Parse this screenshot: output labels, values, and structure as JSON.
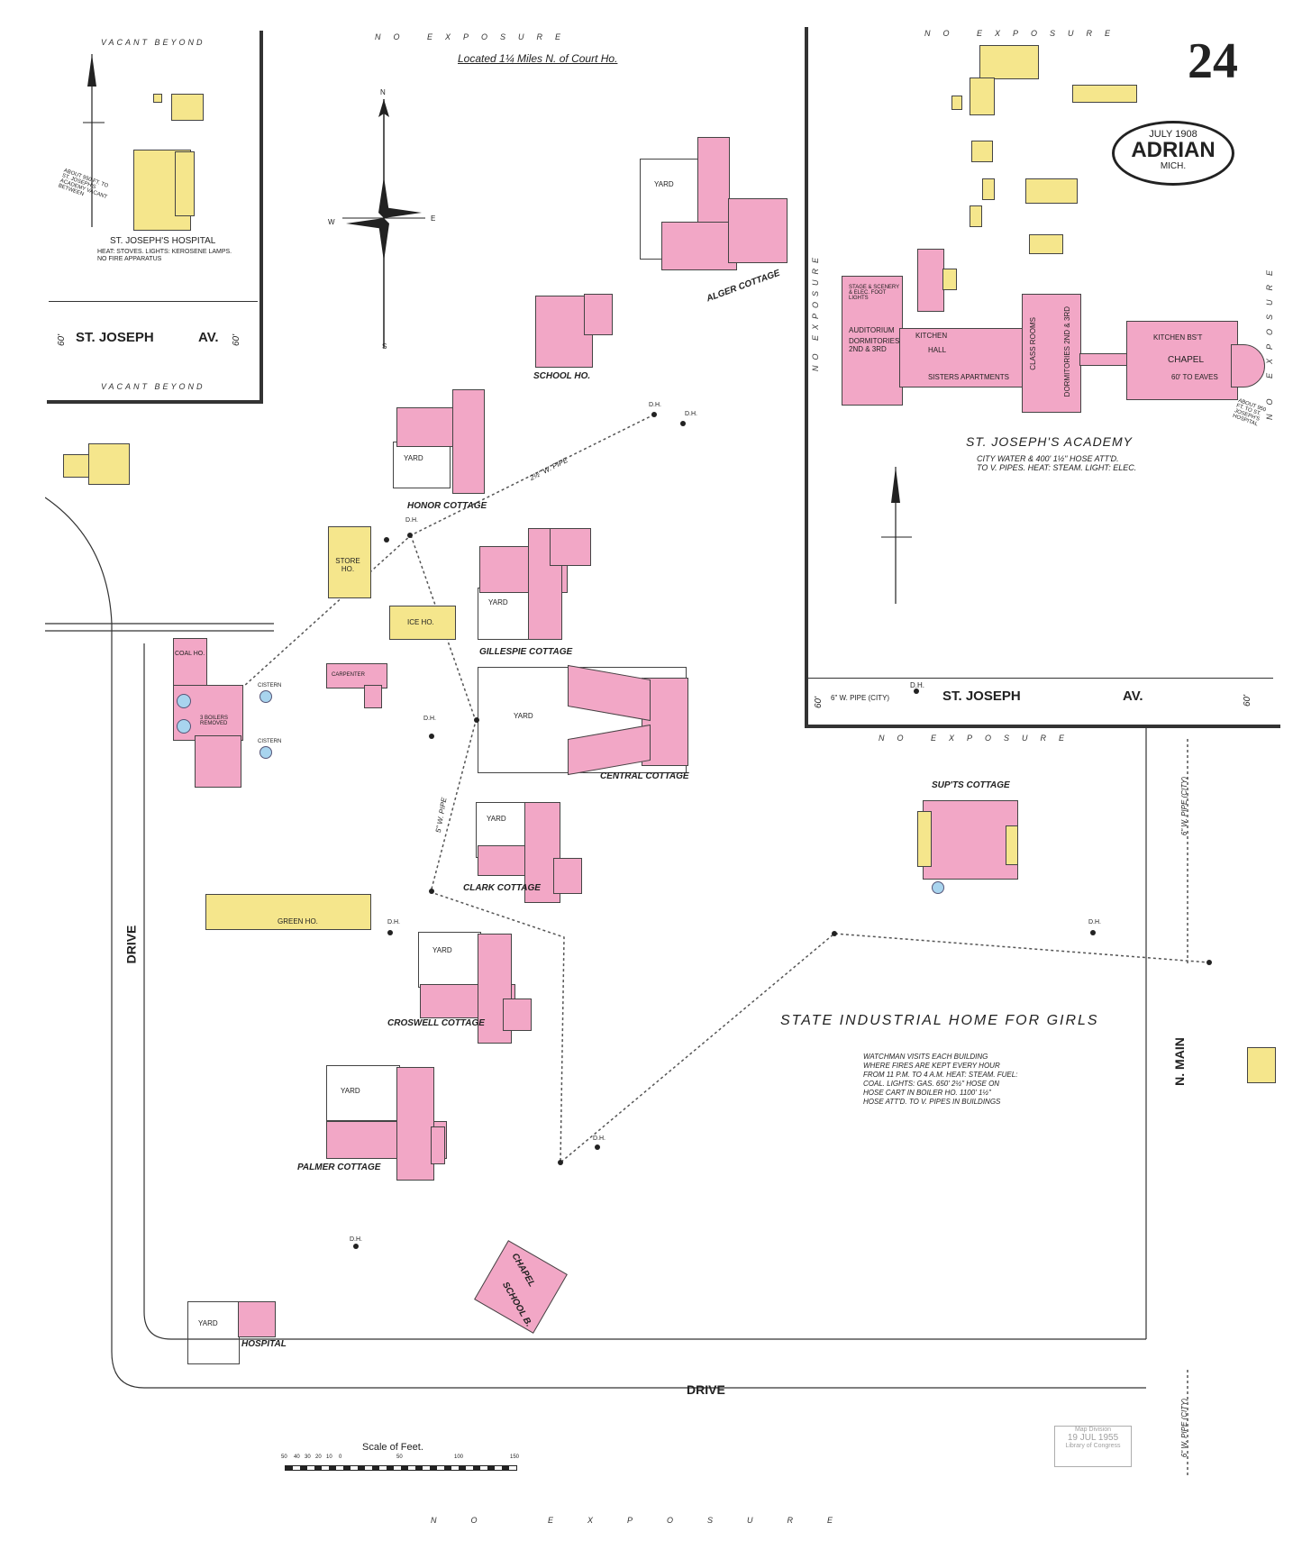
{
  "sheet": {
    "page_number": "24",
    "stamp_date": "JULY 1908",
    "stamp_city": "ADRIAN",
    "stamp_state": "MICH.",
    "located": "Located 1¼ Miles N. of Court Ho.",
    "no_exposure": "NO EXPOSURE",
    "colors": {
      "brick": "#f2a7c6",
      "frame": "#f5e68c",
      "water": "#a8d4ee",
      "border": "#333333"
    }
  },
  "compass": {
    "n": "N",
    "s": "S",
    "e": "E",
    "w": "W"
  },
  "inset_hospital": {
    "vacant_beyond": "VACANT BEYOND",
    "name": "ST. JOSEPH'S HOSPITAL",
    "note": "HEAT: STOVES. LIGHTS: KEROSENE LAMPS. NO FIRE APPARATUS",
    "street": "ST. JOSEPH",
    "av": "AV.",
    "width_left": "60'",
    "width_right": "60'",
    "side_note": "ABOUT 950 FT. TO ST. JOSEPH'S ACADEMY VACANT BETWEEN"
  },
  "inset_academy": {
    "name": "ST. JOSEPH'S ACADEMY",
    "note_line1": "CITY WATER & 400' 1½\" HOSE ATT'D.",
    "note_line2": "TO V. PIPES. HEAT: STEAM. LIGHT: ELEC.",
    "street": "ST. JOSEPH",
    "av": "AV.",
    "pipe": "6\" W. PIPE (CITY)",
    "dh": "D.H.",
    "width_left": "60'",
    "width_right": "60'",
    "rooms": {
      "auditorium": "AUDITORIUM",
      "dormitories_1": "DORMITORIES 2ND & 3RD",
      "stage": "STAGE & SCENERY & ELEC. FOOT LIGHTS",
      "kitchen": "KITCHEN",
      "hall": "HALL",
      "sisters": "SISTERS APARTMENTS",
      "class_rooms": "CLASS ROOMS",
      "dormitories_2": "DORMITORIES 2ND & 3RD",
      "chapel": "CHAPEL",
      "kitchen_bsmt": "KITCHEN BS'T",
      "to_eaves": "60' TO EAVES",
      "hospital_note": "ABOUT 950 FT. TO ST. JOSEPH'S HOSPITAL"
    }
  },
  "main": {
    "title": "STATE INDUSTRIAL HOME FOR GIRLS",
    "note": [
      "WATCHMAN VISITS EACH BUILDING",
      "WHERE FIRES ARE KEPT EVERY HOUR",
      "FROM 11 P.M. TO 4 A.M. HEAT: STEAM. FUEL:",
      "COAL. LIGHTS: GAS. 650' 2½\" HOSE ON",
      "HOSE CART IN BOILER HO. 1100' 1½\"",
      "HOSE ATT'D. TO V. PIPES IN BUILDINGS"
    ],
    "streets": {
      "drive_left": "DRIVE",
      "drive_bottom": "DRIVE",
      "n_main": "N. MAIN"
    },
    "pipes": {
      "pipe_2": "2½\" W. PIPE",
      "pipe_5": "5\" W. PIPE",
      "pipe_city_1": "6\" W. PIPE (CITY)",
      "pipe_city_2": "6\" W. PIPE (CITY)"
    },
    "buildings": {
      "alger": "ALGER COTTAGE",
      "school_ho": "SCHOOL HO.",
      "honor": "HONOR COTTAGE",
      "store": "STORE HO.",
      "ice": "ICE HO.",
      "gillespie": "GILLESPIE COTTAGE",
      "central": "CENTRAL COTTAGE",
      "clark": "CLARK COTTAGE",
      "green": "GREEN HO.",
      "croswell": "CROSWELL COTTAGE",
      "palmer": "PALMER COTTAGE",
      "chapel": "CHAPEL",
      "school_b": "SCHOOL B.",
      "hospital": "HOSPITAL",
      "supts": "SUP'TS COTTAGE",
      "coal_ho": "COAL HO.",
      "boilers": "3 BOILERS REMOVED",
      "carpenter": "CARPENTER",
      "yard": "YARD",
      "cistern": "CISTERN",
      "dh": "D.H."
    }
  },
  "scale": {
    "label": "Scale of Feet.",
    "ticks": [
      "50",
      "40",
      "30",
      "20",
      "10",
      "0",
      "50",
      "100",
      "150"
    ]
  },
  "library_stamp": {
    "line1": "Map Division",
    "line2": "19 JUL 1955",
    "line3": "Library of Congress"
  }
}
